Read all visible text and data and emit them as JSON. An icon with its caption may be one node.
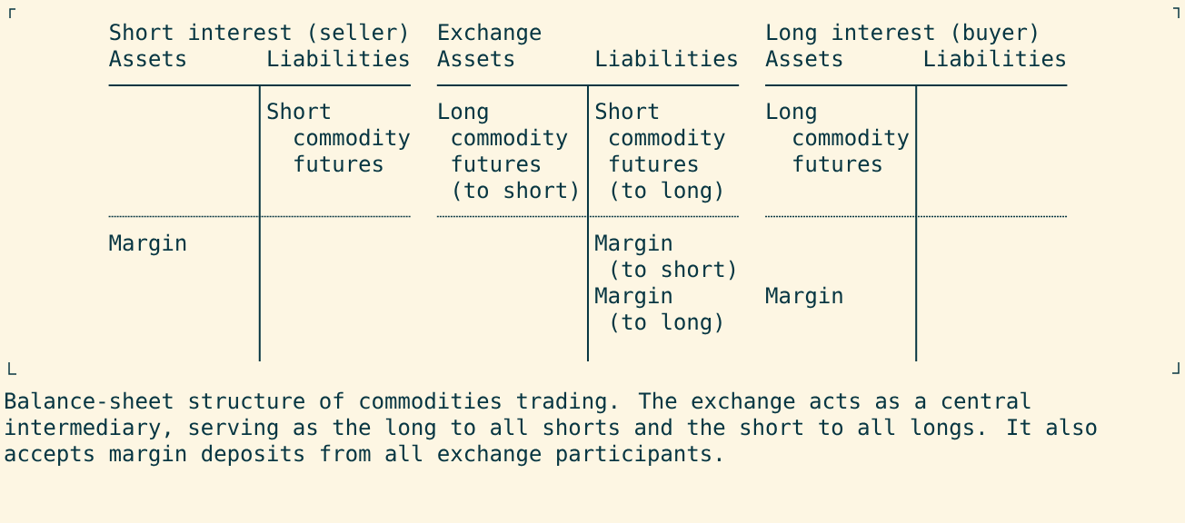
{
  "diagram": {
    "caption": "Balance-sheet structure of commodities trading. The exchange acts as a central intermediary, serving as the long to all shorts and the short to all longs. It also accepts margin deposits from all exchange participants.",
    "labels": [
      "Short interest (seller)",
      "Exchange",
      "Long interest (buyer)",
      "Assets",
      "Liabilities",
      "Assets",
      "Liabilities",
      "Assets",
      "Liabilities",
      "Short commodity futures",
      "Long commodity futures (to short)",
      "Short commodity futures (to long)",
      "Long commodity futures",
      "Margin",
      "Margin (to short)",
      "Margin (to long)",
      "Margin"
    ]
  }
}
